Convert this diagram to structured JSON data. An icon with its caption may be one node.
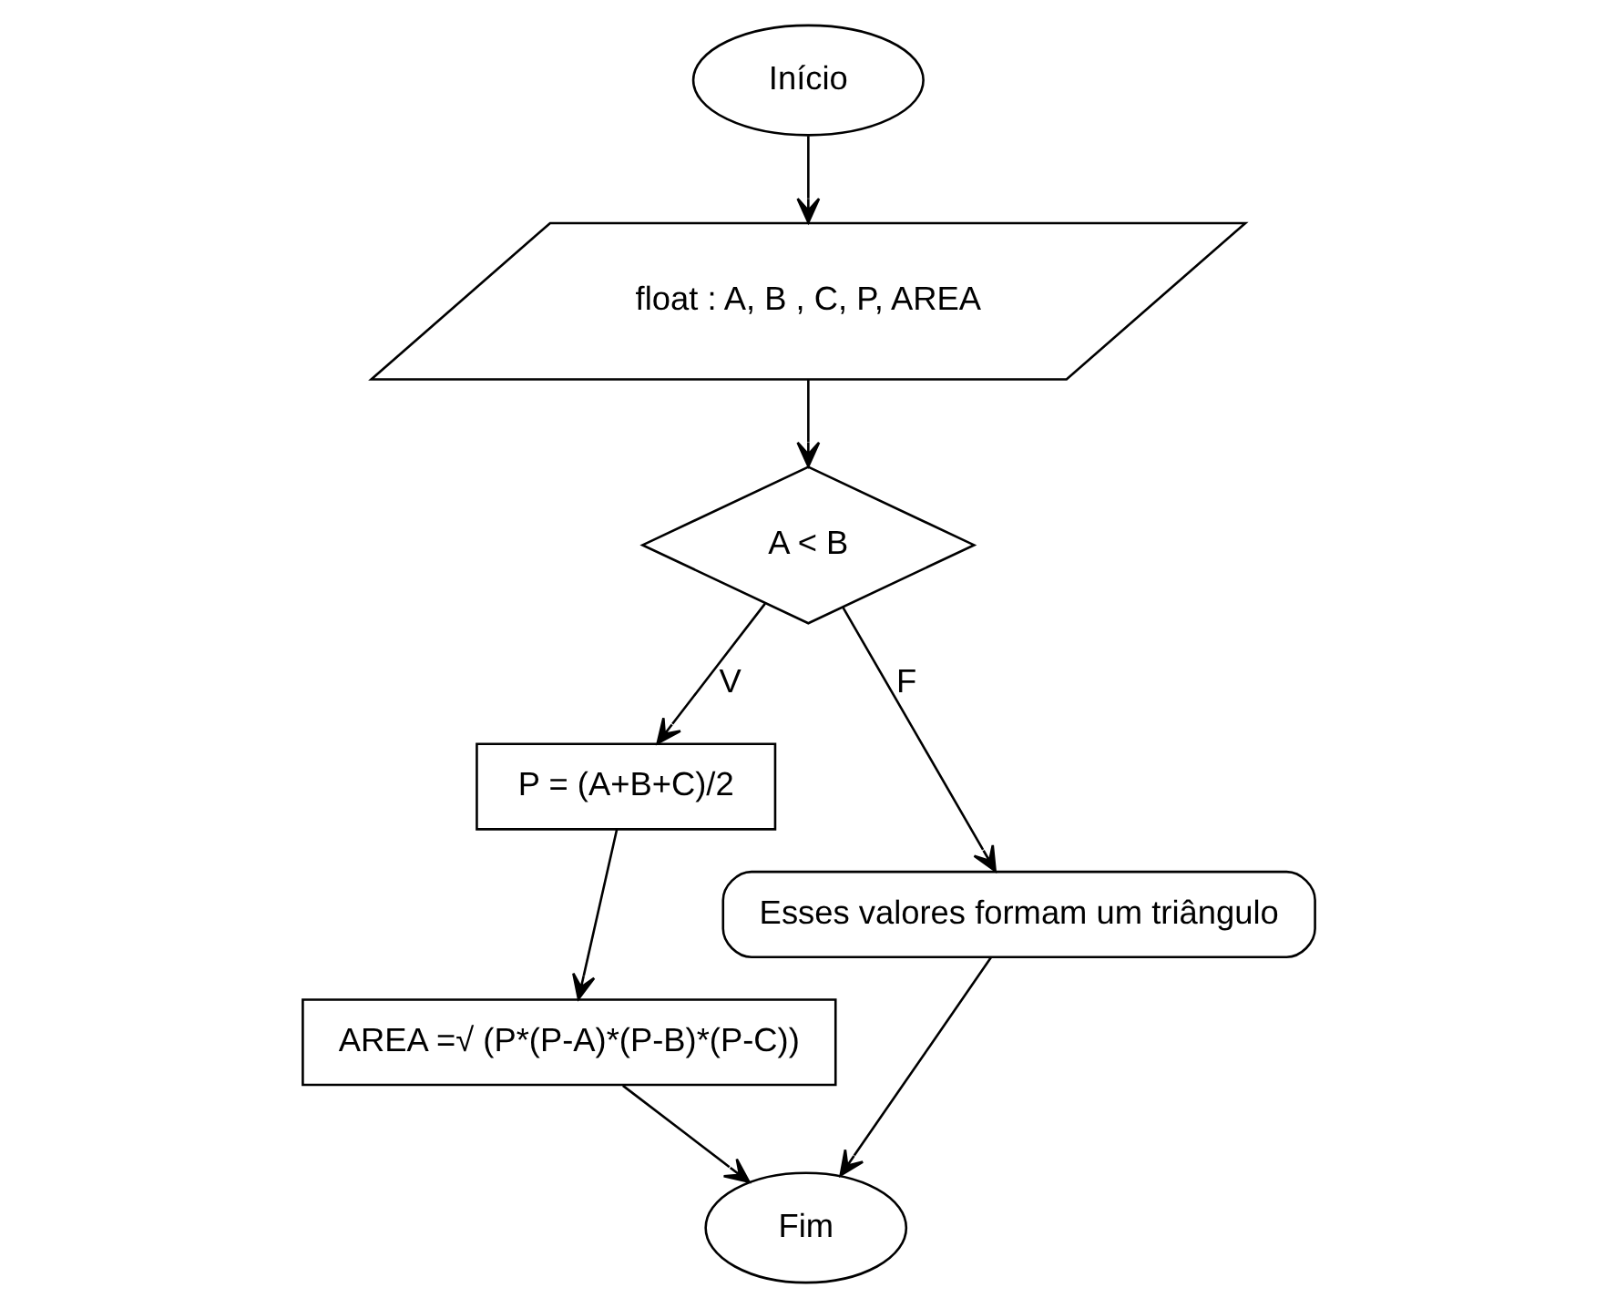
{
  "diagram": {
    "nodes": [
      {
        "text": [
          "Início"
        ]
      },
      {
        "text": [
          "float : A, B , C, P, AREA"
        ]
      },
      {
        "text": [
          "A < B"
        ]
      },
      {
        "text": [
          "P = (A+B+C)/2"
        ]
      },
      {
        "text": [
          "AREA =√ (P*(P-A)*(P-B)*(P-C))"
        ]
      },
      {
        "text": [
          "Esses valores formam um triângulo"
        ]
      },
      {
        "text": [
          "Fim"
        ]
      }
    ],
    "edges": [
      {
        "from": 0,
        "to": 1,
        "arrow": "to"
      },
      {
        "from": 1,
        "to": 2,
        "arrow": "to"
      },
      {
        "from": 2,
        "to": 3,
        "arrow": "to",
        "label": "V"
      },
      {
        "from": 2,
        "to": 5,
        "arrow": "to",
        "label": "F"
      },
      {
        "from": 3,
        "to": 4,
        "arrow": "to"
      },
      {
        "from": 5,
        "to": 6,
        "arrow": "to"
      },
      {
        "from": 4,
        "to": 6,
        "arrow": "to"
      }
    ]
  }
}
